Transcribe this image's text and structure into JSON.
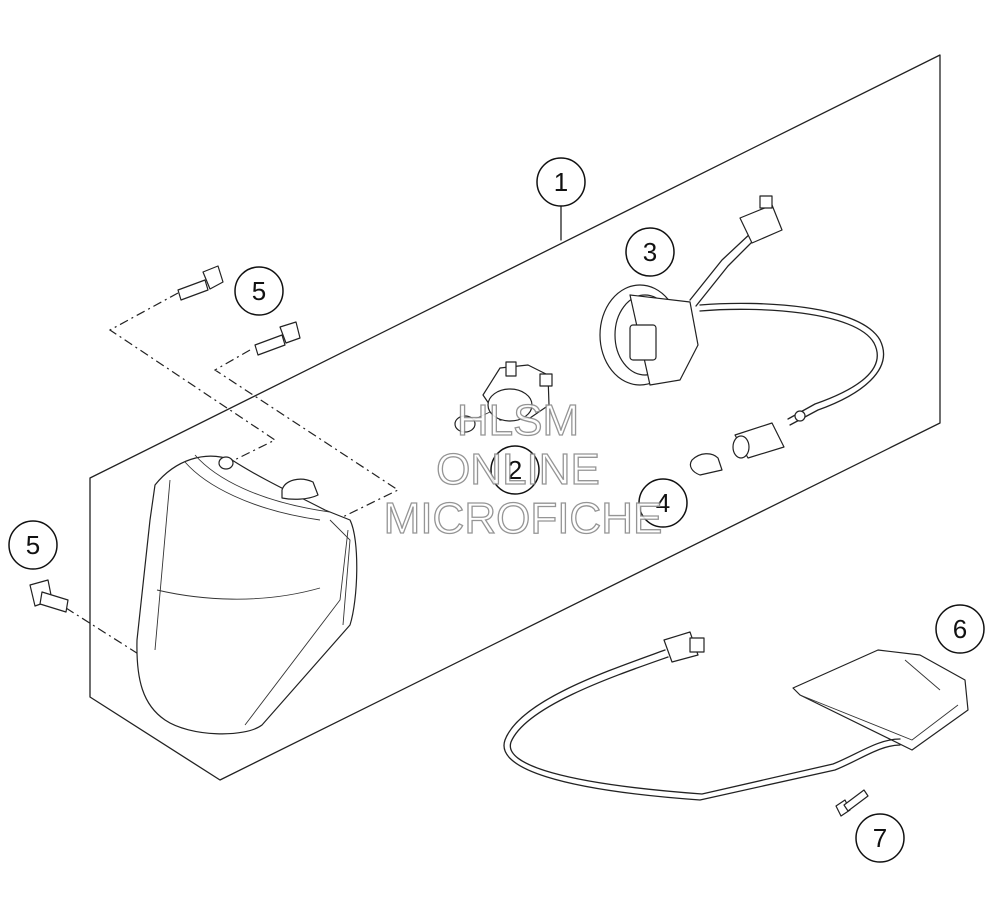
{
  "callouts": [
    {
      "id": "1",
      "label": "1"
    },
    {
      "id": "2",
      "label": "2"
    },
    {
      "id": "3",
      "label": "3"
    },
    {
      "id": "4",
      "label": "4"
    },
    {
      "id": "5a",
      "label": "5"
    },
    {
      "id": "5b",
      "label": "5"
    },
    {
      "id": "6",
      "label": "6"
    },
    {
      "id": "7",
      "label": "7"
    }
  ],
  "watermark": {
    "line1": "HLSM",
    "line2": "ONLINE",
    "line3": "MICROFICHE"
  }
}
